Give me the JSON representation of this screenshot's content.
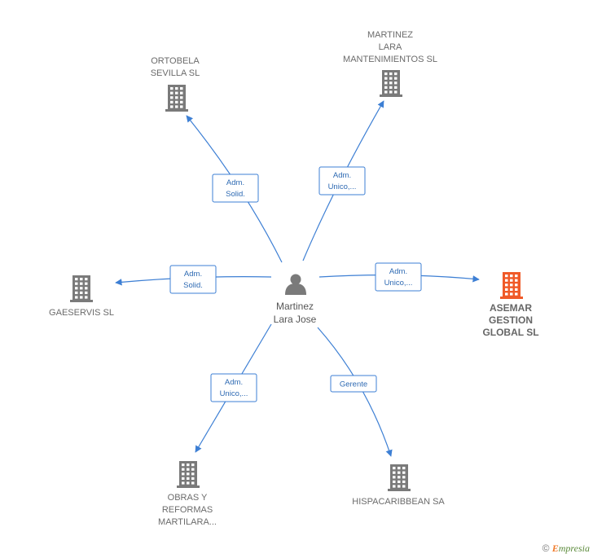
{
  "center": {
    "name_line1": "Martinez",
    "name_line2": "Lara Jose",
    "icon": "person-icon"
  },
  "companies": [
    {
      "id": "ortobela",
      "lines": [
        "ORTOBELA",
        "SEVILLA  SL"
      ],
      "icon": "building-icon",
      "color": "#7a7a7a",
      "highlight": false,
      "role_lines": [
        "Adm.",
        "Solid."
      ]
    },
    {
      "id": "martinez-lara",
      "lines": [
        "MARTINEZ",
        "LARA",
        "MANTENIMIENTOS SL"
      ],
      "icon": "building-icon",
      "color": "#7a7a7a",
      "highlight": false,
      "role_lines": [
        "Adm.",
        "Unico,..."
      ]
    },
    {
      "id": "gaeservis",
      "lines": [
        "GAESERVIS SL"
      ],
      "icon": "building-icon",
      "color": "#7a7a7a",
      "highlight": false,
      "role_lines": [
        "Adm.",
        "Solid."
      ]
    },
    {
      "id": "asemar",
      "lines": [
        "ASEMAR",
        "GESTION",
        "GLOBAL  SL"
      ],
      "icon": "building-icon",
      "color": "#f05a28",
      "highlight": true,
      "role_lines": [
        "Adm.",
        "Unico,..."
      ]
    },
    {
      "id": "obras",
      "lines": [
        "OBRAS Y",
        "REFORMAS",
        "MARTILARA..."
      ],
      "icon": "building-icon",
      "color": "#7a7a7a",
      "highlight": false,
      "role_lines": [
        "Adm.",
        "Unico,..."
      ]
    },
    {
      "id": "hispacaribbean",
      "lines": [
        "HISPACARIBBEAN SA"
      ],
      "icon": "building-icon",
      "color": "#7a7a7a",
      "highlight": false,
      "role_lines": [
        "Gerente"
      ]
    }
  ],
  "colors": {
    "edge": "#3d7fd4",
    "role_border": "#3d7fd4",
    "role_text": "#2e6ab3"
  },
  "footer": {
    "copyright_symbol": "©",
    "brand_initial": "E",
    "brand_rest": "mpresia"
  }
}
